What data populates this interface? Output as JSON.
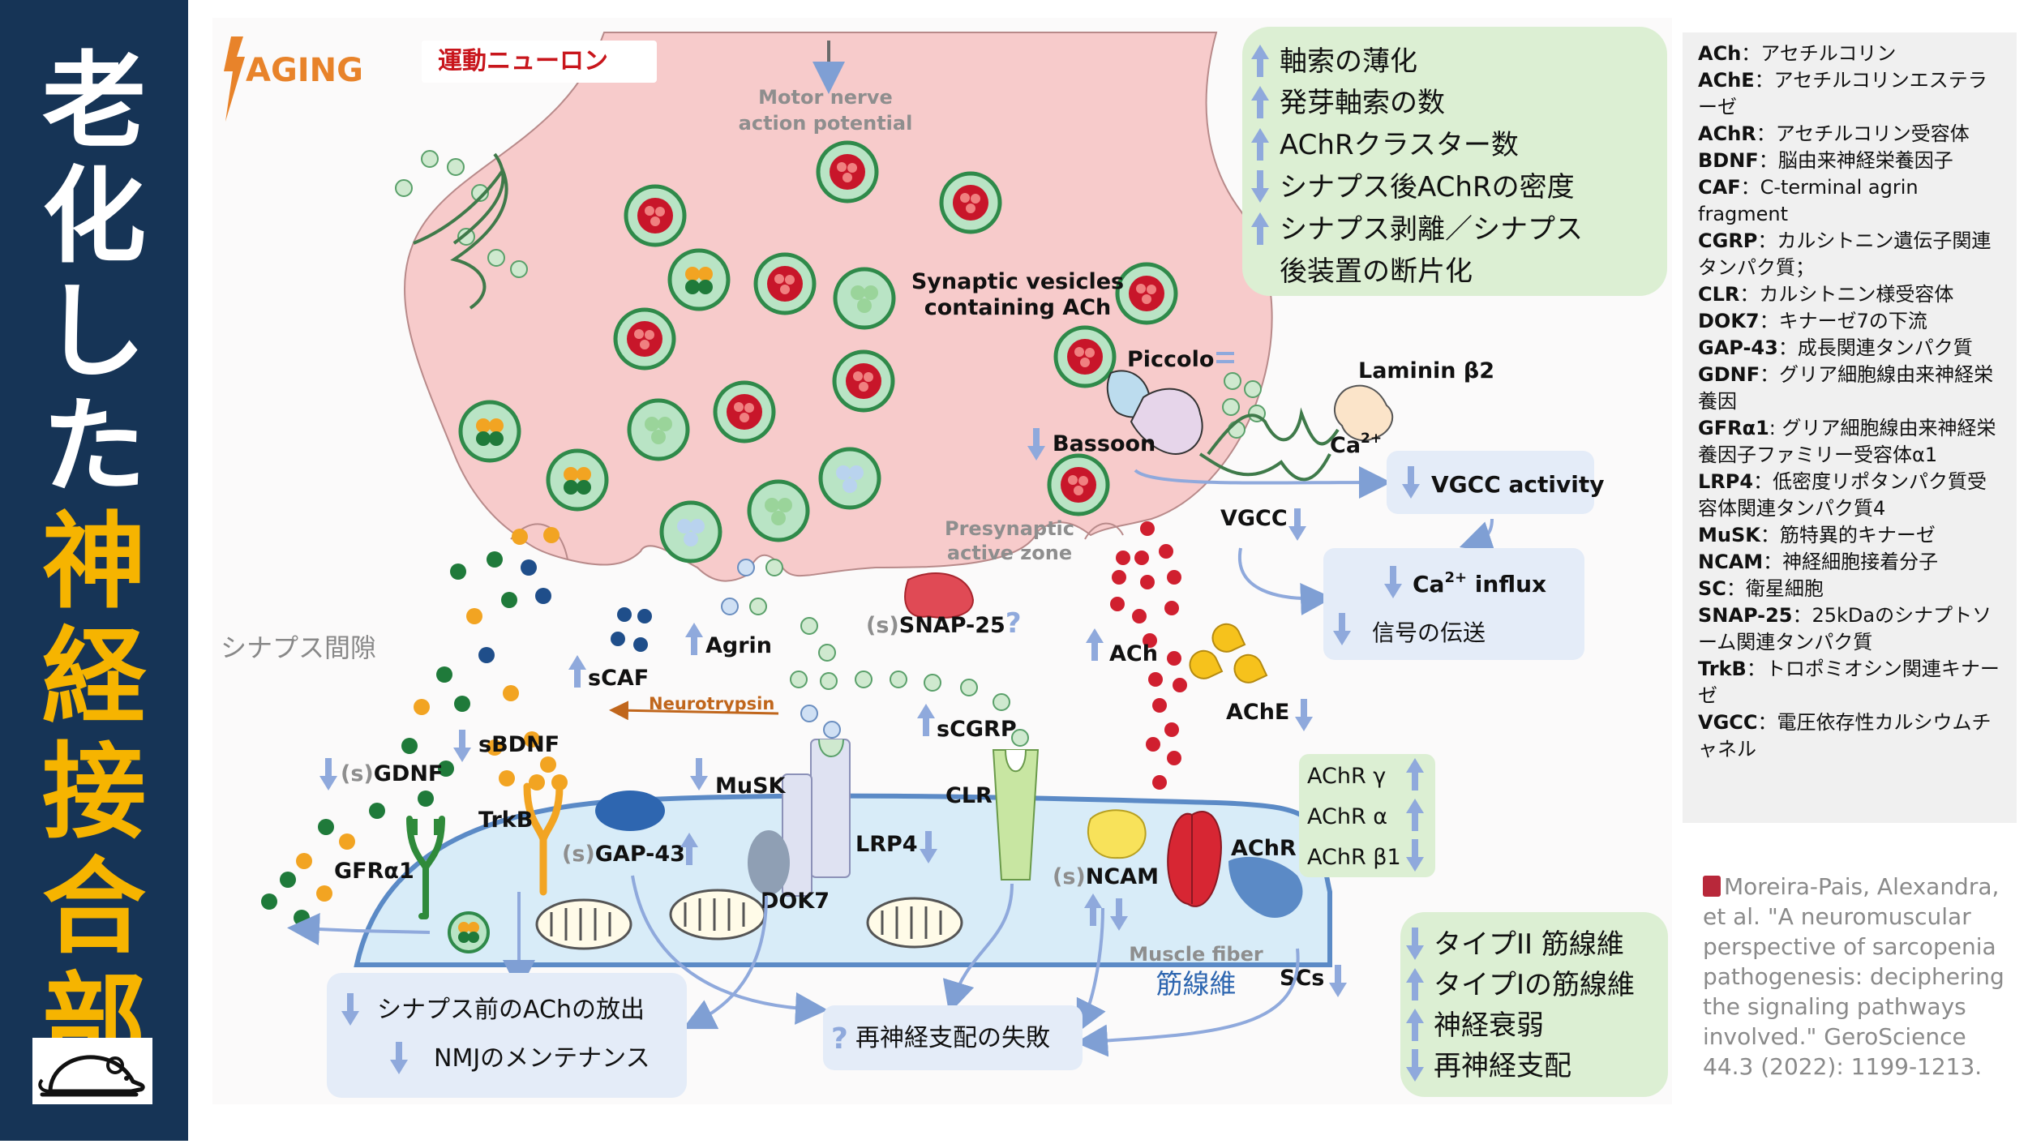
{
  "title": {
    "white_chars": [
      "老",
      "化",
      "し",
      "た"
    ],
    "gold_chars": [
      "神",
      "経",
      "接",
      "合",
      "部"
    ]
  },
  "logo": {
    "icon": "mouse-icon"
  },
  "diagram": {
    "aging_label": "AGING",
    "motor_neuron_label": "運動ニューロン",
    "motor_nerve_line1": "Motor nerve",
    "motor_nerve_line2": "action potential",
    "synaptic_vesicles_line1": "Synaptic vesicles",
    "synaptic_vesicles_line2": "containing ACh",
    "piccolo": "Piccolo",
    "laminin": "Laminin β2",
    "bassoon": "Bassoon",
    "ca2": "Ca",
    "ca2_sup": "2+",
    "vgcc": "VGCC",
    "presynaptic_line1": "Presynaptic",
    "presynaptic_line2": "active zone",
    "synaptic_cleft": "シナプス間隙",
    "agrin": "Agrin",
    "scaf": "sCAF",
    "snap25_prefix": "(s)",
    "snap25": "SNAP-25",
    "snap25_q": "?",
    "ach": "ACh",
    "ache": "AChE",
    "neurotrypsin": "Neurotrypsin",
    "scgrp": "sCGRP",
    "musk": "MuSK",
    "clr": "CLR",
    "gdnf_prefix": "(s)",
    "gdnf": "GDNF",
    "sbdnf": "sBDNF",
    "trkb": "TrkB",
    "gfra1": "GFRα1",
    "gap43_prefix": "(s)",
    "gap43": "GAP-43",
    "lrp4": "LRP4",
    "dok7": "DOK7",
    "ncam_prefix": "(s)",
    "ncam": "NCAM",
    "achr": "AChR",
    "muscle_fiber_en": "Muscle fiber",
    "muscle_fiber_ja": "筋線維",
    "scs": "SCs"
  },
  "boxes": {
    "top_green": [
      {
        "dir": "up",
        "text": "軸索の薄化"
      },
      {
        "dir": "up",
        "text": "発芽軸索の数"
      },
      {
        "dir": "up",
        "text": "AChRクラスター数"
      },
      {
        "dir": "down",
        "text": "シナプス後AChRの密度"
      },
      {
        "dir": "up",
        "text": "シナプス剥離／シナプス"
      },
      {
        "dir": "none",
        "text": "後装置の断片化"
      }
    ],
    "vgcc_activity": "VGCC activity",
    "ca_influx_main": "Ca",
    "ca_influx_sup": "2+",
    "ca_influx_rest": " influx",
    "signal": "信号の伝送",
    "achr_subunits": [
      {
        "text": "AChR γ",
        "dir": "up"
      },
      {
        "text": "AChR α",
        "dir": "up"
      },
      {
        "text": "AChR β1",
        "dir": "down"
      }
    ],
    "bottom_left": [
      "シナプス前のAChの放出",
      "NMJのメンテナンス"
    ],
    "reinnervation_failure_q": "?",
    "reinnervation_failure": "再神経支配の失敗",
    "bottom_green": [
      {
        "dir": "down",
        "text": "タイプII 筋線維"
      },
      {
        "dir": "up",
        "text": "タイプIの筋線維"
      },
      {
        "dir": "up",
        "text": "神経衰弱"
      },
      {
        "dir": "down",
        "text": "再神経支配"
      }
    ]
  },
  "glossary": [
    {
      "abbr": "ACh",
      "def": "：アセチルコリン"
    },
    {
      "abbr": "AChE",
      "def": "：アセチルコリンエステラーゼ"
    },
    {
      "abbr": "AChR",
      "def": "：アセチルコリン受容体"
    },
    {
      "abbr": "BDNF",
      "def": "：脳由来神経栄養因子"
    },
    {
      "abbr": "CAF",
      "def": "：C-terminal agrin fragment"
    },
    {
      "abbr": "CGRP",
      "def": "：カルシトニン遺伝子関連タンパク質；"
    },
    {
      "abbr": "CLR",
      "def": "：カルシトニン様受容体"
    },
    {
      "abbr": "DOK7",
      "def": "：キナーゼ7の下流"
    },
    {
      "abbr": "GAP-43",
      "def": "：成長関連タンパク質"
    },
    {
      "abbr": "GDNF",
      "def": "：グリア細胞線由来神経栄養因"
    },
    {
      "abbr": "GFRα1",
      "def": ": グリア細胞線由来神経栄養因子ファミリー受容体α1"
    },
    {
      "abbr": "LRP4",
      "def": "：低密度リポタンパク質受容体関連タンパク質4"
    },
    {
      "abbr": "MuSK",
      "def": "：筋特異的キナーゼ"
    },
    {
      "abbr": "NCAM",
      "def": "：神経細胞接着分子"
    },
    {
      "abbr": "SC",
      "def": "：衛星細胞"
    },
    {
      "abbr": "SNAP-25",
      "def": "：25kDaのシナプトソーム関連タンパク質"
    },
    {
      "abbr": "TrkB",
      "def": "：トロポミオシン関連キナーゼ"
    },
    {
      "abbr": "VGCC",
      "def": "：電圧依存性カルシウムチャネル"
    }
  ],
  "citation": "Moreira-Pais, Alexandra, et al. \"A neuromuscular perspective of sarcopenia pathogenesis: deciphering the signaling pathways involved.\" GeroScience 44.3 (2022): 1199-1213.",
  "colors": {
    "sidebar": "#163456",
    "gold": "#f6b400",
    "neuron": "#f7cbcb",
    "muscle": "#d8ecf8",
    "green_box": "#dcefd3",
    "blue_box": "#e4ecf8",
    "arrow": "#7f9fd4",
    "aging_orange": "#e8832a"
  }
}
